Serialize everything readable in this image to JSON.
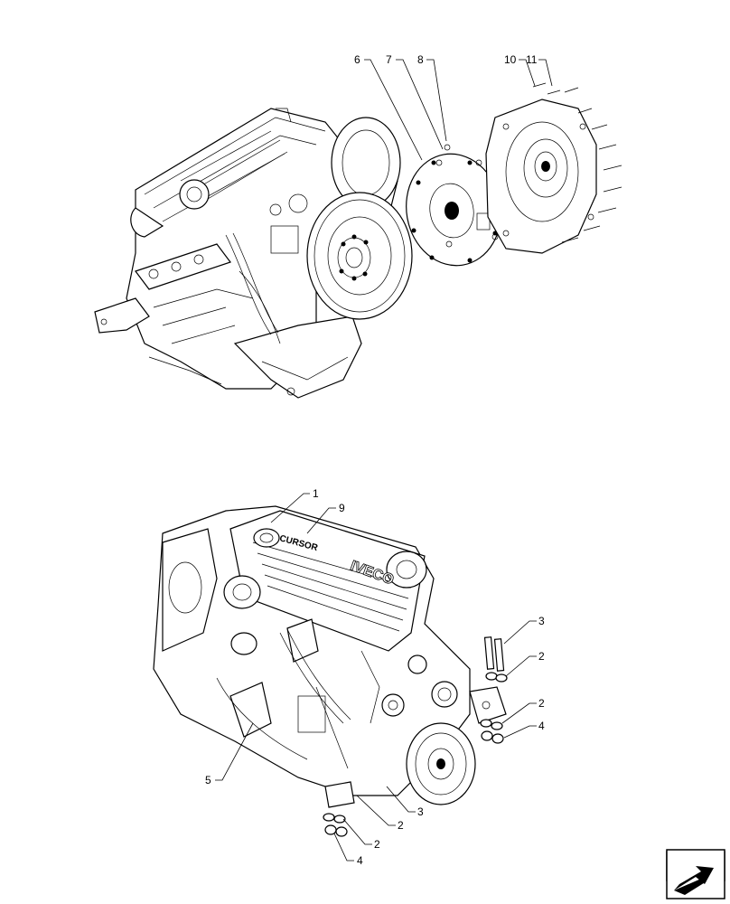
{
  "callouts_top": [
    {
      "id": "c6",
      "text": "6"
    },
    {
      "id": "c7",
      "text": "7"
    },
    {
      "id": "c8",
      "text": "8"
    },
    {
      "id": "c10",
      "text": "10"
    },
    {
      "id": "c11",
      "text": "11"
    }
  ],
  "callouts_bottom": [
    {
      "id": "c1",
      "text": "1"
    },
    {
      "id": "c9",
      "text": "9"
    },
    {
      "id": "c3a",
      "text": "3"
    },
    {
      "id": "c2a",
      "text": "2"
    },
    {
      "id": "c2b",
      "text": "2"
    },
    {
      "id": "c4a",
      "text": "4"
    },
    {
      "id": "c5",
      "text": "5"
    },
    {
      "id": "c3b",
      "text": "3"
    },
    {
      "id": "c2c",
      "text": "2"
    },
    {
      "id": "c2d",
      "text": "2"
    },
    {
      "id": "c4b",
      "text": "4"
    }
  ],
  "engine_logo": "IVECO",
  "engine_badge": "CURSOR",
  "nav_icon": "next-page-arrow-icon"
}
